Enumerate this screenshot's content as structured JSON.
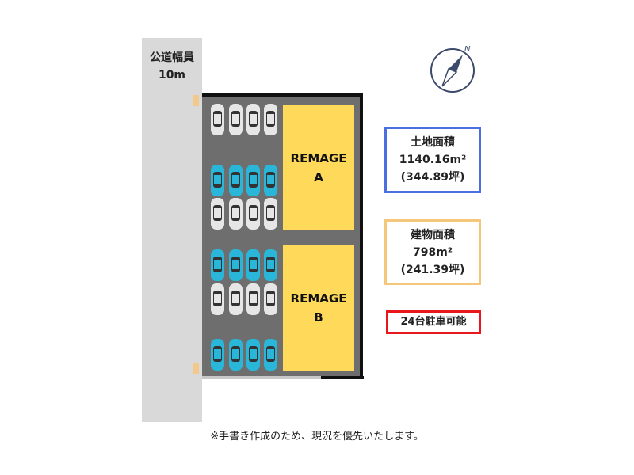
{
  "road": {
    "line1": "公道幅員",
    "line2": "10m"
  },
  "buildings": [
    {
      "line1": "REMAGE",
      "line2": "A"
    },
    {
      "line1": "REMAGE",
      "line2": "B"
    }
  ],
  "land_area": {
    "title": "土地面積",
    "value": "1140.16m²",
    "tsubo": "(344.89坪)",
    "color": "#4a6fe0"
  },
  "building_area": {
    "title": "建物面積",
    "value": "798m²",
    "tsubo": "(241.39坪)",
    "color": "#f5c77a"
  },
  "parking": {
    "label": "24台駐車可能",
    "color": "#e8171b"
  },
  "compass": {
    "label": "N"
  },
  "footer": "※手書き作成のため、現況を優先いたします。",
  "colors": {
    "building": "#ffd95a",
    "lot": "#6e6e6e",
    "car_blue": "#29b6d8",
    "car_white": "#e6e6e6"
  }
}
